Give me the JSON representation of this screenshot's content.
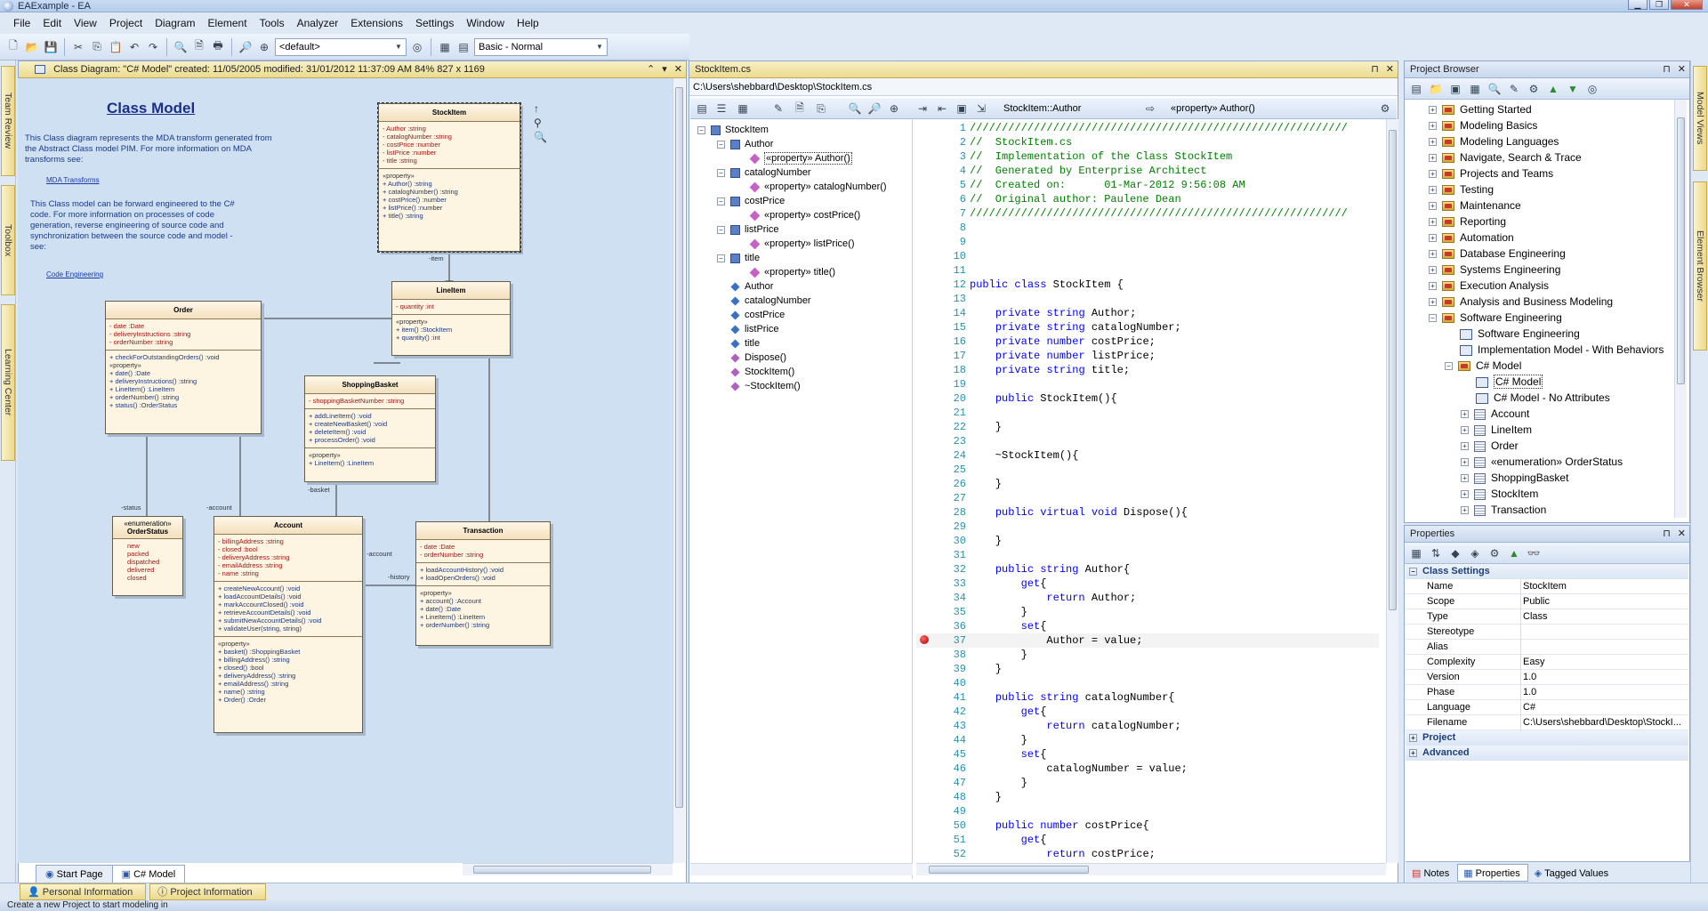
{
  "window": {
    "title": "EAExample - EA"
  },
  "menu": [
    "File",
    "Edit",
    "View",
    "Project",
    "Diagram",
    "Element",
    "Tools",
    "Analyzer",
    "Extensions",
    "Settings",
    "Window",
    "Help"
  ],
  "toolbar": {
    "perspective": "<default>",
    "workspace": "Basic - Normal"
  },
  "left_dock": {
    "tabs": [
      "Team Review",
      "Toolbox",
      "Learning Center"
    ]
  },
  "right_dock": {
    "tabs": [
      "Model Views",
      "Element Browser"
    ]
  },
  "diagram": {
    "header": "Class Diagram: \"C# Model\"   created: 11/05/2005  modified: 31/01/2012 11:37:09 AM   84%   827 x 1169",
    "title": "Class Model",
    "note1": "This Class diagram represents the MDA transform generated from the Abstract Class model PIM. For more information on MDA transforms see:",
    "link1": "MDA Transforms",
    "note2": "This Class model can be forward engineered to the C# code. For more information on processes of code generation, reverse engineering of source code and synchronization between the source code and model - see:",
    "link2": "Code Engineering",
    "classes": {
      "stockitem": {
        "name": "StockItem",
        "attrs": [
          "-   Author :string",
          "-   catalogNumber :string",
          "-   costPrice :number",
          "-   listPrice :number",
          "-   title :string"
        ],
        "stereo": "«property»",
        "ops": [
          "+   Author() :string",
          "+   catalogNumber() :string",
          "+   costPrice() :number",
          "+   listPrice() :number",
          "+   title() :string"
        ]
      },
      "lineitem": {
        "name": "LineItem",
        "attrs": [
          "-   quantity :int"
        ],
        "stereo": "«property»",
        "ops": [
          "+   item() :StockItem",
          "+   quantity() :int"
        ]
      },
      "order": {
        "name": "Order",
        "attrs": [
          "-   date :Date",
          "-   deliveryInstructions :string",
          "-   orderNumber :string"
        ],
        "ops1": [
          "+   checkForOutstandingOrders() :void"
        ],
        "stereo": "«property»",
        "ops": [
          "+   date() :Date",
          "+   deliveryInstructions() :string",
          "+   LineItem() :LineItem",
          "+   orderNumber() :string",
          "+   status() :OrderStatus"
        ]
      },
      "shoppingbasket": {
        "name": "ShoppingBasket",
        "attrs": [
          "-   shoppingBasketNumber :string"
        ],
        "ops1": [
          "+   addLineItem() :void",
          "+   createNewBasket() :void",
          "+   deleteItem() :void",
          "+   processOrder() :void"
        ],
        "stereo": "«property»",
        "ops": [
          "+   LineItem() :LineItem"
        ]
      },
      "orderstatus": {
        "stereo": "«enumeration»",
        "name": "OrderStatus",
        "values": [
          "new",
          "packed",
          "dispatched",
          "delivered",
          "closed"
        ]
      },
      "account": {
        "name": "Account",
        "attrs": [
          "-   billingAddress :string",
          "-   closed :bool",
          "-   deliveryAddress :string",
          "-   emailAddress :string",
          "-   name :string"
        ],
        "ops1": [
          "+   createNewAccount() :void",
          "+   loadAccountDetails() :void",
          "+   markAccountClosed() :void",
          "+   retrieveAccountDetails() :void",
          "+   submitNewAccountDetails() :void",
          "+   validateUser(string, string)"
        ],
        "stereo": "«property»",
        "ops": [
          "+   basket() :ShoppingBasket",
          "+   billingAddress() :string",
          "+   closed() :bool",
          "+   deliveryAddress() :string",
          "+   emailAddress() :string",
          "+   name() :string",
          "+   Order() :Order"
        ]
      },
      "transaction": {
        "name": "Transaction",
        "attrs": [
          "-   date :Date",
          "-   orderNumber :string"
        ],
        "ops1": [
          "+   loadAccountHistory() :void",
          "+   loadOpenOrders() :void"
        ],
        "stereo": "«property»",
        "ops": [
          "+   account() :Account",
          "+   date() :Date",
          "+   LineItem() :LineItem",
          "+   orderNumber() :string"
        ]
      }
    },
    "roles": {
      "item": "-item",
      "status": "-status",
      "account1": "-account",
      "basket": "-basket",
      "account2": "-account",
      "history": "-history"
    },
    "tabs": [
      "Start Page",
      "C# Model"
    ]
  },
  "editor": {
    "tab": "StockItem.cs",
    "path": "C:\\Users\\shebbard\\Desktop\\StockItem.cs",
    "scope": "StockItem::Author",
    "member": "«property» Author()",
    "tree": [
      {
        "label": "StockItem",
        "kind": "cls",
        "indent": 0,
        "exp": "-"
      },
      {
        "label": "Author",
        "kind": "cls",
        "indent": 1,
        "exp": "-"
      },
      {
        "label": "«property» Author()",
        "kind": "prop",
        "indent": 2,
        "exp": ""
      },
      {
        "label": "catalogNumber",
        "kind": "cls",
        "indent": 1,
        "exp": "-"
      },
      {
        "label": "«property» catalogNumber()",
        "kind": "prop",
        "indent": 2,
        "exp": ""
      },
      {
        "label": "costPrice",
        "kind": "cls",
        "indent": 1,
        "exp": "-"
      },
      {
        "label": "«property» costPrice()",
        "kind": "prop",
        "indent": 2,
        "exp": ""
      },
      {
        "label": "listPrice",
        "kind": "cls",
        "indent": 1,
        "exp": "-"
      },
      {
        "label": "«property» listPrice()",
        "kind": "prop",
        "indent": 2,
        "exp": ""
      },
      {
        "label": "title",
        "kind": "cls",
        "indent": 1,
        "exp": "-"
      },
      {
        "label": "«property» title()",
        "kind": "prop",
        "indent": 2,
        "exp": ""
      },
      {
        "label": "Author",
        "kind": "fld",
        "indent": 1,
        "exp": ""
      },
      {
        "label": "catalogNumber",
        "kind": "fld",
        "indent": 1,
        "exp": ""
      },
      {
        "label": "costPrice",
        "kind": "fld",
        "indent": 1,
        "exp": ""
      },
      {
        "label": "listPrice",
        "kind": "fld",
        "indent": 1,
        "exp": ""
      },
      {
        "label": "title",
        "kind": "fld",
        "indent": 1,
        "exp": ""
      },
      {
        "label": "Dispose()",
        "kind": "meth",
        "indent": 1,
        "exp": ""
      },
      {
        "label": "StockItem()",
        "kind": "meth",
        "indent": 1,
        "exp": ""
      },
      {
        "label": "~StockItem()",
        "kind": "meth",
        "indent": 1,
        "exp": ""
      }
    ],
    "lines": [
      "///////////////////////////////////////////////////////////",
      "//  StockItem.cs",
      "//  Implementation of the Class StockItem",
      "//  Generated by Enterprise Architect",
      "//  Created on:      01-Mar-2012 9:56:08 AM",
      "//  Original author: Paulene Dean",
      "///////////////////////////////////////////////////////////",
      "",
      "",
      "",
      "",
      "public class StockItem {",
      "",
      "    private string Author;",
      "    private string catalogNumber;",
      "    private number costPrice;",
      "    private number listPrice;",
      "    private string title;",
      "",
      "    public StockItem(){",
      "",
      "    }",
      "",
      "    ~StockItem(){",
      "",
      "    }",
      "",
      "    public virtual void Dispose(){",
      "",
      "    }",
      "",
      "    public string Author{",
      "        get{",
      "            return Author;",
      "        }",
      "        set{",
      "            Author = value;",
      "        }",
      "    }",
      "",
      "    public string catalogNumber{",
      "        get{",
      "            return catalogNumber;",
      "        }",
      "        set{",
      "            catalogNumber = value;",
      "        }",
      "    }",
      "",
      "    public number costPrice{",
      "        get{",
      "            return costPrice;"
    ],
    "breakpoint_line": 37
  },
  "project_browser": {
    "title": "Project Browser",
    "items": [
      {
        "label": "Getting Started",
        "kind": "folder",
        "indent": 0
      },
      {
        "label": "Modeling Basics",
        "kind": "folder",
        "indent": 0
      },
      {
        "label": "Modeling Languages",
        "kind": "folder",
        "indent": 0
      },
      {
        "label": "Navigate, Search & Trace",
        "kind": "folder",
        "indent": 0
      },
      {
        "label": "Projects and Teams",
        "kind": "folder",
        "indent": 0
      },
      {
        "label": "Testing",
        "kind": "folder",
        "indent": 0
      },
      {
        "label": "Maintenance",
        "kind": "folder",
        "indent": 0
      },
      {
        "label": "Reporting",
        "kind": "folder",
        "indent": 0
      },
      {
        "label": "Automation",
        "kind": "folder",
        "indent": 0
      },
      {
        "label": "Database Engineering",
        "kind": "folder",
        "indent": 0
      },
      {
        "label": "Systems Engineering",
        "kind": "folder",
        "indent": 0
      },
      {
        "label": "Execution Analysis",
        "kind": "folder",
        "indent": 0
      },
      {
        "label": "Analysis and Business Modeling",
        "kind": "folder",
        "indent": 0
      },
      {
        "label": "Software Engineering",
        "kind": "folder",
        "indent": 0
      },
      {
        "label": "Software Engineering",
        "kind": "diagram",
        "indent": 1
      },
      {
        "label": "Implementation Model - With Behaviors",
        "kind": "diagram",
        "indent": 1
      },
      {
        "label": "C# Model",
        "kind": "folder",
        "indent": 1
      },
      {
        "label": "C# Model",
        "kind": "diagram",
        "indent": 2
      },
      {
        "label": "C# Model - No Attributes",
        "kind": "diagram",
        "indent": 2
      },
      {
        "label": "Account",
        "kind": "class",
        "indent": 2
      },
      {
        "label": "LineItem",
        "kind": "class",
        "indent": 2
      },
      {
        "label": "Order",
        "kind": "class",
        "indent": 2
      },
      {
        "label": "«enumeration» OrderStatus",
        "kind": "class",
        "indent": 2
      },
      {
        "label": "ShoppingBasket",
        "kind": "class",
        "indent": 2
      },
      {
        "label": "StockItem",
        "kind": "class",
        "indent": 2
      },
      {
        "label": "Transaction",
        "kind": "class",
        "indent": 2
      }
    ]
  },
  "properties": {
    "title": "Properties",
    "group_class": "Class Settings",
    "rows": [
      {
        "name": "Name",
        "value": "StockItem"
      },
      {
        "name": "Scope",
        "value": "Public"
      },
      {
        "name": "Type",
        "value": "Class"
      },
      {
        "name": "Stereotype",
        "value": ""
      },
      {
        "name": "Alias",
        "value": ""
      },
      {
        "name": "Complexity",
        "value": "Easy"
      },
      {
        "name": "Version",
        "value": "1.0"
      },
      {
        "name": "Phase",
        "value": "1.0"
      },
      {
        "name": "Language",
        "value": "C#"
      },
      {
        "name": "Filename",
        "value": "C:\\Users\\shebbard\\Desktop\\StockI..."
      }
    ],
    "group_project": "Project",
    "group_advanced": "Advanced",
    "tabs": [
      "Notes",
      "Properties",
      "Tagged Values"
    ]
  },
  "bottom": {
    "tabs": [
      "Personal Information",
      "Project Information"
    ],
    "status": "Create a new Project to start modeling in"
  }
}
